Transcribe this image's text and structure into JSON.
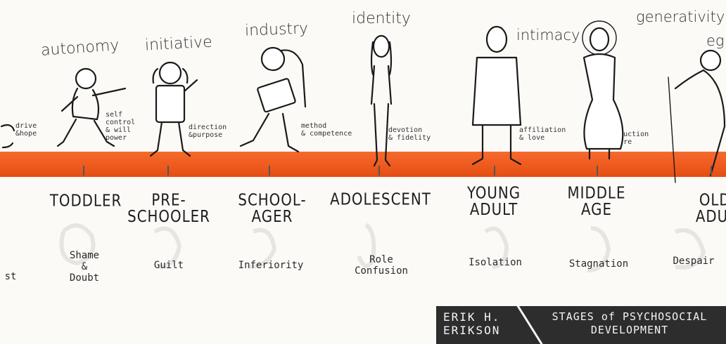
{
  "stages": [
    {
      "virtue": "",
      "strength": "drive\n&hope",
      "stage": "",
      "crisis": "st"
    },
    {
      "virtue": "autonomy",
      "strength": "self\ncontrol\n& will\npower",
      "stage": "TODDLER",
      "crisis": "Shame\n&\nDoubt"
    },
    {
      "virtue": "initiative",
      "strength": "direction\n&purpose",
      "stage": "PRE-\nSCHOOLER",
      "crisis": "Guilt"
    },
    {
      "virtue": "industry",
      "strength": "method\n& competence",
      "stage": "SCHOOL-\nAGER",
      "crisis": "Inferiority"
    },
    {
      "virtue": "identity",
      "strength": "devotion\n& fidelity",
      "stage": "ADOLESCENT",
      "crisis": "Role\nConfusion"
    },
    {
      "virtue": "intimacy",
      "strength": "affiliation\n& love",
      "stage": "YOUNG\nADULT",
      "crisis": "Isolation"
    },
    {
      "virtue": "generativity",
      "strength": "production\n& care",
      "stage": "MIDDLE\nAGE",
      "crisis": "Stagnation"
    },
    {
      "virtue": "eg",
      "strength": "",
      "stage": "OLDE\nADULT",
      "crisis": "Despair"
    }
  ],
  "title_box": {
    "name": "ERIK H.\nERIKSON",
    "subtitle": "STAGES of PSYCHOSOCIAL\nDEVELOPMENT"
  },
  "colors": {
    "band": "#ef5a1e",
    "title_bg": "#2d2d2d",
    "paper": "#fbfaf7"
  }
}
